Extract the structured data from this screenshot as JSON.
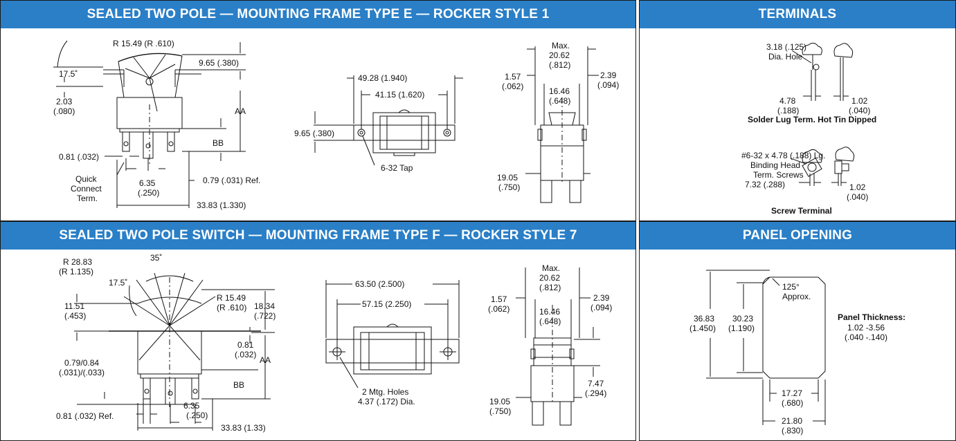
{
  "headers": {
    "frame_e": "SEALED TWO POLE — MOUNTING FRAME TYPE E — ROCKER STYLE 1",
    "terminals": "TERMINALS",
    "frame_f": "SEALED TWO POLE SWITCH — MOUNTING FRAME TYPE F — ROCKER STYLE 7",
    "panel_opening": "PANEL OPENING"
  },
  "frame_e": {
    "side": {
      "angle": "17.5˚",
      "radius": "R 15.49 (R .610)",
      "height_top": "9.65 (.380)",
      "offset_a": "2.03",
      "offset_b": "(.080)",
      "aa": "AA",
      "bb": "BB",
      "lug": "0.81 (.032)",
      "qc1": "Quick",
      "qc2": "Connect",
      "qc3": "Term.",
      "pitch_a": "6.35",
      "pitch_b": "(.250)",
      "ref": "0.79 (.031) Ref.",
      "width": "33.83 (1.330)"
    },
    "top": {
      "overall": "49.28 (1.940)",
      "centers": "41.15 (1.620)",
      "height": "9.65 (.380)",
      "tap": "6-32 Tap"
    },
    "end": {
      "max": "Max.",
      "max_a": "20.62",
      "max_b": "(.812)",
      "left_a": "1.57",
      "left_b": "(.062)",
      "right_a": "2.39",
      "right_b": "(.094)",
      "inner_a": "16.46",
      "inner_b": "(.648)",
      "bot_a": "19.05",
      "bot_b": "(.750)"
    }
  },
  "terminals": {
    "hole_a": "3.18 (.125)",
    "hole_b": "Dia. Hole",
    "w1_a": "4.78",
    "w1_b": "(.188)",
    "w2_a": "1.02",
    "w2_b": "(.040)",
    "solder_caption": "Solder Lug Term. Hot Tin Dipped",
    "screw_a": "#6-32 x 4.78 (.188) Lg.",
    "screw_b": "Binding Head",
    "screw_c": "Term. Screws",
    "screw_w": "7.32 (.288)",
    "w3_a": "1.02",
    "w3_b": "(.040)",
    "screw_caption": "Screw Terminal"
  },
  "frame_f": {
    "side": {
      "angle_top": "35˚",
      "angle_side": "17.5˚",
      "radius_big_a": "R 28.83",
      "radius_big_b": "(R 1.135)",
      "h1_a": "11.51",
      "h1_b": "(.453)",
      "radius_small_a": "R 15.49",
      "radius_small_b": "(R .610)",
      "h2_a": "18.34",
      "h2_b": "(.722)",
      "frame_a": "0.81",
      "frame_b": "(.032)",
      "aa": "AA",
      "bb": "BB",
      "lug_a": "0.79/0.84",
      "lug_b": "(.031)/(.033)",
      "ref": "0.81 (.032) Ref.",
      "pitch_a": "6.35",
      "pitch_b": "(.250)",
      "width": "33.83 (1.33)"
    },
    "top": {
      "overall": "63.50 (2.500)",
      "centers": "57.15 (2.250)",
      "holes_a": "2 Mtg. Holes",
      "holes_b": "4.37 (.172) Dia."
    },
    "end": {
      "max": "Max.",
      "max_a": "20.62",
      "max_b": "(.812)",
      "left_a": "1.57",
      "left_b": "(.062)",
      "right_a": "2.39",
      "right_b": "(.094)",
      "inner_a": "16.46",
      "inner_b": "(.648)",
      "side_a": "7.47",
      "side_b": "(.294)",
      "bot_a": "19.05",
      "bot_b": "(.750)"
    }
  },
  "panel_opening": {
    "outer_a": "36.83",
    "outer_b": "(1.450)",
    "inner_a": "30.23",
    "inner_b": "(1.190)",
    "angle_a": "125°",
    "angle_b": "Approx.",
    "thickness_label": "Panel Thickness:",
    "thickness_a": "1.02 -3.56",
    "thickness_b": "(.040 -.140)",
    "w1_a": "17.27",
    "w1_b": "(.680)",
    "w2_a": "21.80",
    "w2_b": "(.830)"
  },
  "colors": {
    "header_bg": "#2a7fc7",
    "header_text": "#ffffff"
  }
}
